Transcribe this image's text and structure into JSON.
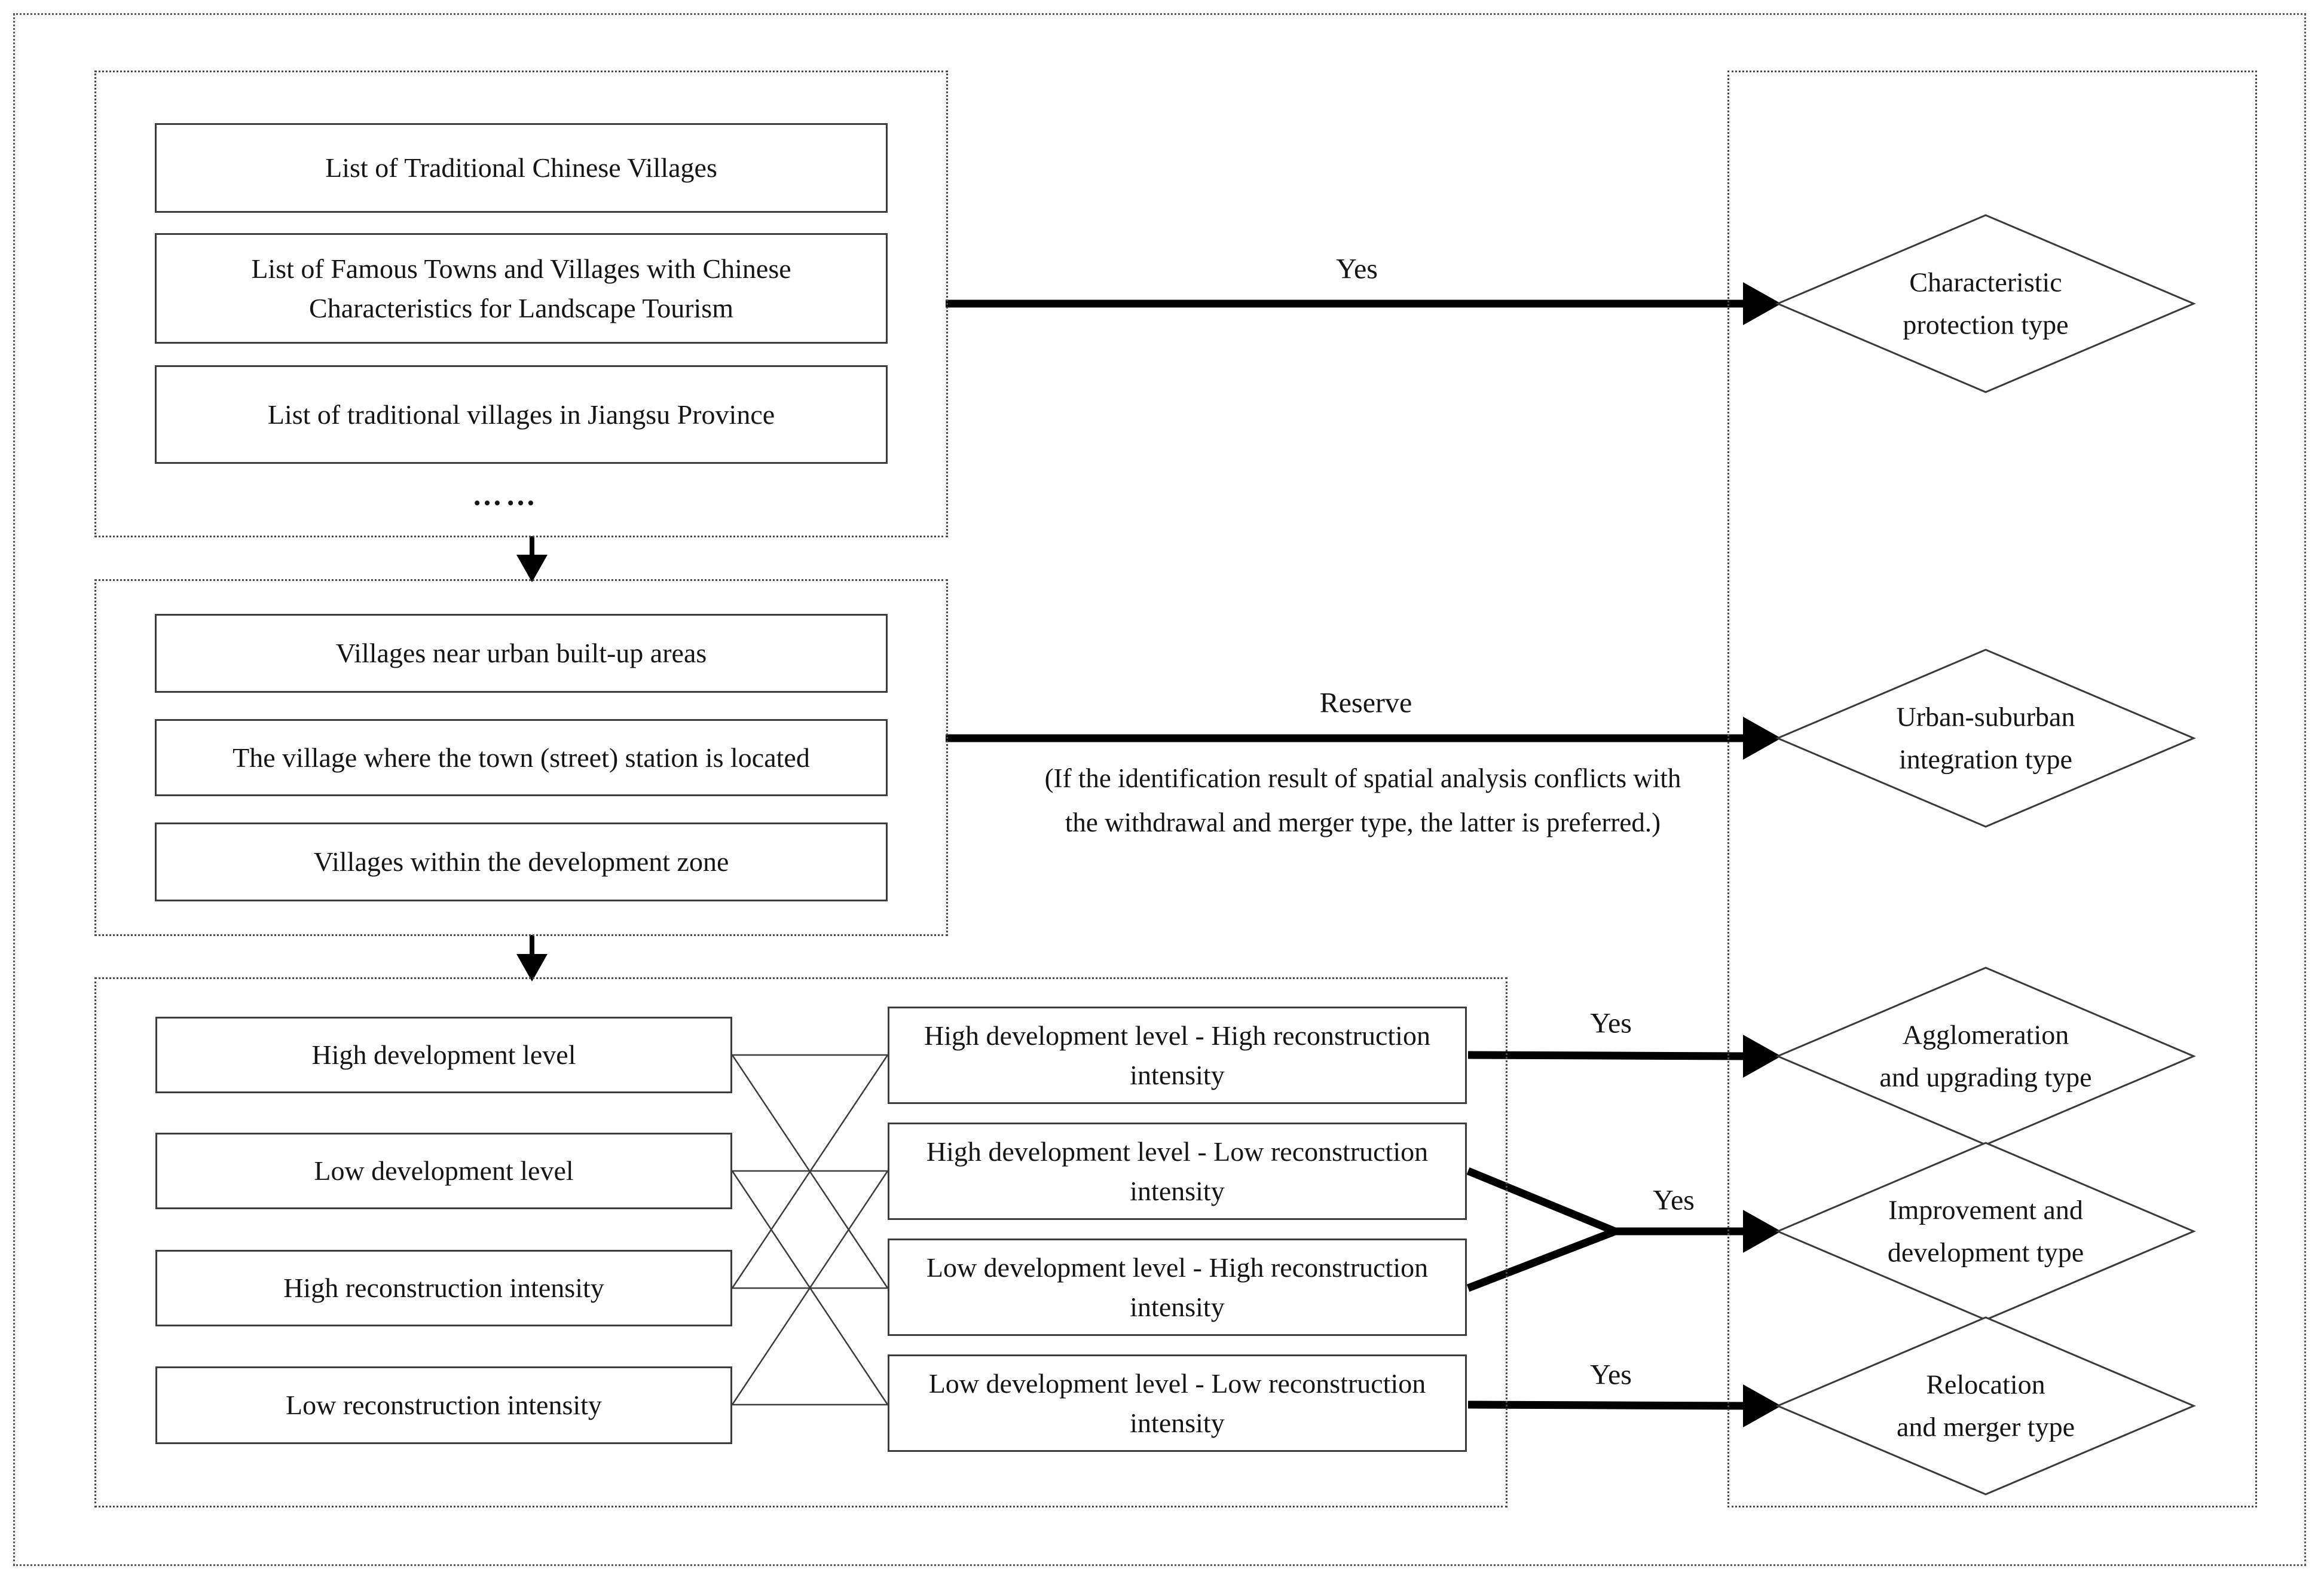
{
  "figure_type": "village-classification-flowchart",
  "colors": {
    "background": "#ffffff",
    "ink": "#151515",
    "box_border": "#3d3d3d",
    "panel_border": "#4a4a4a",
    "connector": "#3c3c3c",
    "arrow": "#000000"
  },
  "source_lists_panel": {
    "boxes": [
      "List of Traditional Chinese Villages",
      "List of Famous Towns and Villages with Chinese Characteristics for Landscape Tourism",
      "List of traditional villages in Jiangsu Province"
    ],
    "ellipsis": "……"
  },
  "spatial_rules_panel": {
    "boxes": [
      "Villages near urban built-up areas",
      "The village where the town (street) station is located",
      "Villages within the development zone"
    ]
  },
  "matrix_panel": {
    "left_boxes": [
      "High development level",
      "Low development level",
      "High reconstruction intensity",
      "Low reconstruction intensity"
    ],
    "combo_boxes": [
      "High development level - High reconstruction intensity",
      "High development level - Low reconstruction intensity",
      "Low development level - High reconstruction intensity",
      "Low development level - Low reconstruction intensity"
    ]
  },
  "edges": {
    "yes_top": "Yes",
    "reserve": "Reserve",
    "reserve_note_line1": "(If the identification result of spatial analysis conflicts with",
    "reserve_note_line2": "the withdrawal and merger type, the latter is preferred.)",
    "yes_agglomeration": "Yes",
    "yes_improvement": "Yes",
    "yes_relocation": "Yes"
  },
  "result_diamonds": [
    {
      "lines": [
        "Characteristic",
        "protection type"
      ]
    },
    {
      "lines": [
        "Urban-suburban",
        "integration type"
      ]
    },
    {
      "lines": [
        "Agglomeration",
        "and upgrading type"
      ]
    },
    {
      "lines": [
        "Improvement and",
        "development type"
      ]
    },
    {
      "lines": [
        "Relocation",
        "and merger type"
      ]
    }
  ]
}
